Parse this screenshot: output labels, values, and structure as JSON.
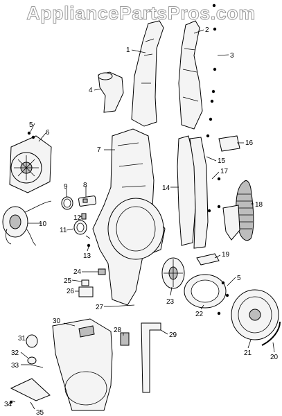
{
  "watermark": "AppliancePartsPros.com",
  "callouts": [
    "1",
    "2",
    "3",
    "4",
    "5",
    "6",
    "7",
    "8",
    "9",
    "10",
    "11",
    "12",
    "13",
    "14",
    "15",
    "16",
    "17",
    "18",
    "19",
    "20",
    "21",
    "22",
    "23",
    "24",
    "25",
    "26",
    "27",
    "28",
    "29",
    "30",
    "31",
    "32",
    "33",
    "34",
    "35",
    "5"
  ]
}
